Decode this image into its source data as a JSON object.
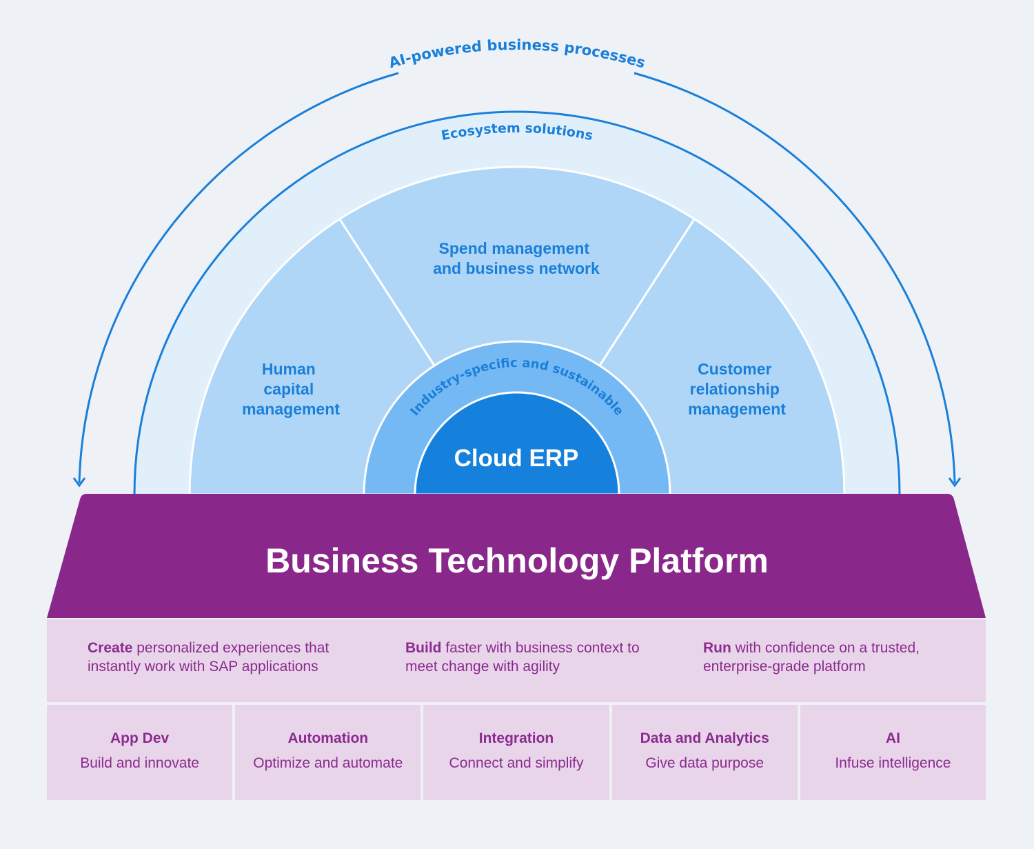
{
  "colors": {
    "background": "#eef2f6",
    "arc_blue": "#1a7fd9",
    "ecosystem_fill": "#e1effb",
    "sector_fill": "#b0d6f7",
    "industry_ring_fill": "#74b9f4",
    "cloud_erp_fill": "#1581dc",
    "platform_purple": "#8a278b",
    "capability_fill": "#e8d5ea",
    "capability_text": "#8b2a8f"
  },
  "outer_arc": {
    "label": "AI-powered business processes",
    "icon": "arrow-down-icon"
  },
  "ecosystem": {
    "label": "Ecosystem solutions"
  },
  "sectors": [
    {
      "lines": [
        "Human",
        "capital",
        "management"
      ]
    },
    {
      "lines": [
        "Spend management",
        "and business network"
      ]
    },
    {
      "lines": [
        "Customer",
        "relationship",
        "management"
      ]
    }
  ],
  "industry_ring": {
    "label": "Industry-specific and sustainable"
  },
  "core": {
    "label": "Cloud ERP"
  },
  "platform": {
    "title": "Business Technology Platform"
  },
  "value_props": [
    {
      "bold": "Create",
      "rest": " personalized experiences that instantly work with SAP applications"
    },
    {
      "bold": "Build",
      "rest": " faster with business context to meet change with agility"
    },
    {
      "bold": "Run",
      "rest": " with confidence on a trusted, enterprise-grade platform"
    }
  ],
  "capabilities": [
    {
      "title": "App Dev",
      "subtitle": "Build and innovate"
    },
    {
      "title": "Automation",
      "subtitle": "Optimize and automate"
    },
    {
      "title": "Integration",
      "subtitle": "Connect and simplify"
    },
    {
      "title": "Data and Analytics",
      "subtitle": "Give data purpose"
    },
    {
      "title": "AI",
      "subtitle": "Infuse intelligence"
    }
  ]
}
